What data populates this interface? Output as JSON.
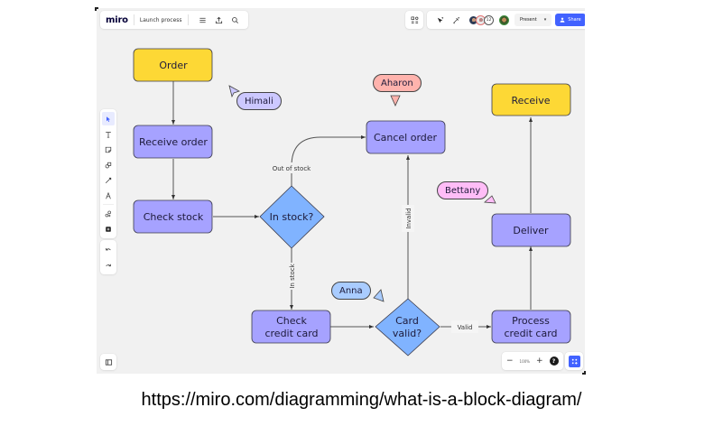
{
  "app": {
    "logo": "miro",
    "board_title": "Launch process"
  },
  "toolbar_top_right": {
    "collaborator_count": "12",
    "present_label": "Present",
    "share_label": "Share"
  },
  "left_toolbar": {
    "tools": [
      "select",
      "text",
      "sticky-note",
      "shapes",
      "pen",
      "comment",
      "templates",
      "frame"
    ],
    "active_tool": "select",
    "history": [
      "undo",
      "redo"
    ]
  },
  "zoom_controls": {
    "minus": "−",
    "level": "100%",
    "plus": "+",
    "help": "?"
  },
  "diagram": {
    "nodes": {
      "order": "Order",
      "receive_order": "Receive order",
      "check_stock": "Check stock",
      "in_stock": "In stock?",
      "cancel_order": "Cancel order",
      "check_credit_card_l1": "Check",
      "check_credit_card_l2": "credit card",
      "card_valid_l1": "Card",
      "card_valid_l2": "valid?",
      "process_credit_card_l1": "Process",
      "process_credit_card_l2": "credit card",
      "deliver": "Deliver",
      "receive": "Receive"
    },
    "edge_labels": {
      "out_of_stock": "Out of stock",
      "in_stock": "In stock",
      "invalid": "Invalid",
      "valid": "Valid"
    },
    "colors": {
      "yellow": "#fdd835",
      "purple": "#a6a2ff",
      "blue": "#80b3ff",
      "stroke": "#3a3a4a"
    }
  },
  "cursors": [
    {
      "name": "Himali",
      "color": "#ccc8ff"
    },
    {
      "name": "Aharon",
      "color": "#ffb3ad"
    },
    {
      "name": "Bettany",
      "color": "#ffbdf7"
    },
    {
      "name": "Anna",
      "color": "#a9ccff"
    }
  ],
  "caption": "https://miro.com/diagramming/what-is-a-block-diagram/"
}
